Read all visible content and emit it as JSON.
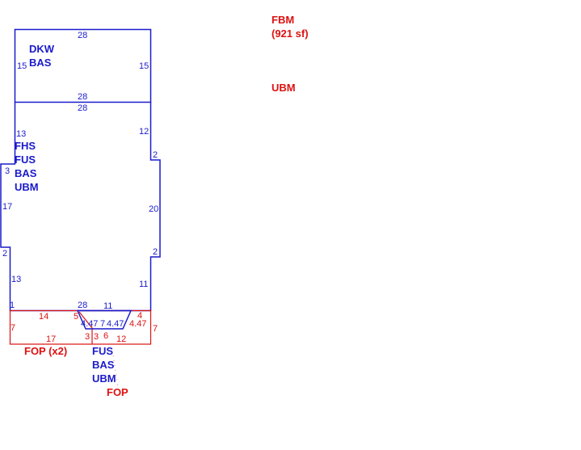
{
  "legend": {
    "fbm": "FBM",
    "fbm_area": "(921 sf)",
    "ubm": "UBM"
  },
  "areas": {
    "deck": [
      "DKW",
      "BAS"
    ],
    "main": [
      "FHS",
      "FUS",
      "BAS",
      "UBM"
    ],
    "porch_left": "FOP (x2)",
    "bay": [
      "FUS",
      "BAS",
      "UBM"
    ],
    "porch_bay": "FOP"
  },
  "dims": {
    "deck_top": "28",
    "deck_left": "15",
    "deck_right": "15",
    "deck_bottom": "28",
    "main_top": "28",
    "main_left_upper": "13",
    "main_right_upper": "12",
    "right_step_top": "2",
    "left_step": "3",
    "left_side": "17",
    "right_side": "20",
    "left_step_bottom": "2",
    "right_step_bottom": "2",
    "main_left_lower": "13",
    "main_right_lower": "11",
    "left_corner": "1",
    "main_bottom": "28",
    "porch_top_left": "14",
    "porch_left": "7",
    "porch_bottom_left": "17",
    "porch_right": "7",
    "porch_bottom_right": "12",
    "bay_diag_left": "5",
    "bay_a": "4.47",
    "bay_b": "4.47",
    "bay_c": "4.47",
    "bay_top": "11",
    "bay_bottom": "7",
    "bay_small": "4",
    "bay_left_v": "3",
    "bay_right_v": "3",
    "bay_mid": "6"
  }
}
